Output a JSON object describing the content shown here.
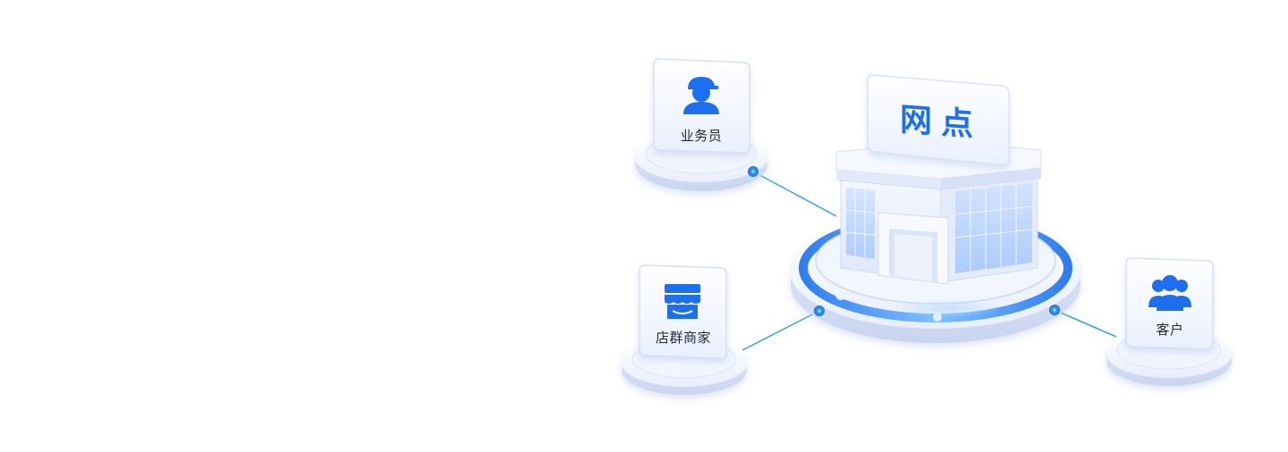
{
  "hub": {
    "label": "网点"
  },
  "nodes": [
    {
      "key": "salesperson",
      "label": "业务员",
      "icon": "salesperson-icon"
    },
    {
      "key": "merchant",
      "label": "店群商家",
      "icon": "storefront-icon"
    },
    {
      "key": "customer",
      "label": "客户",
      "icon": "customers-icon"
    }
  ],
  "colors": {
    "accent": "#1e6ff0",
    "connector": "#3aa0f0",
    "glow": "#6fb6ff",
    "label_text": "#1f2a3d"
  }
}
